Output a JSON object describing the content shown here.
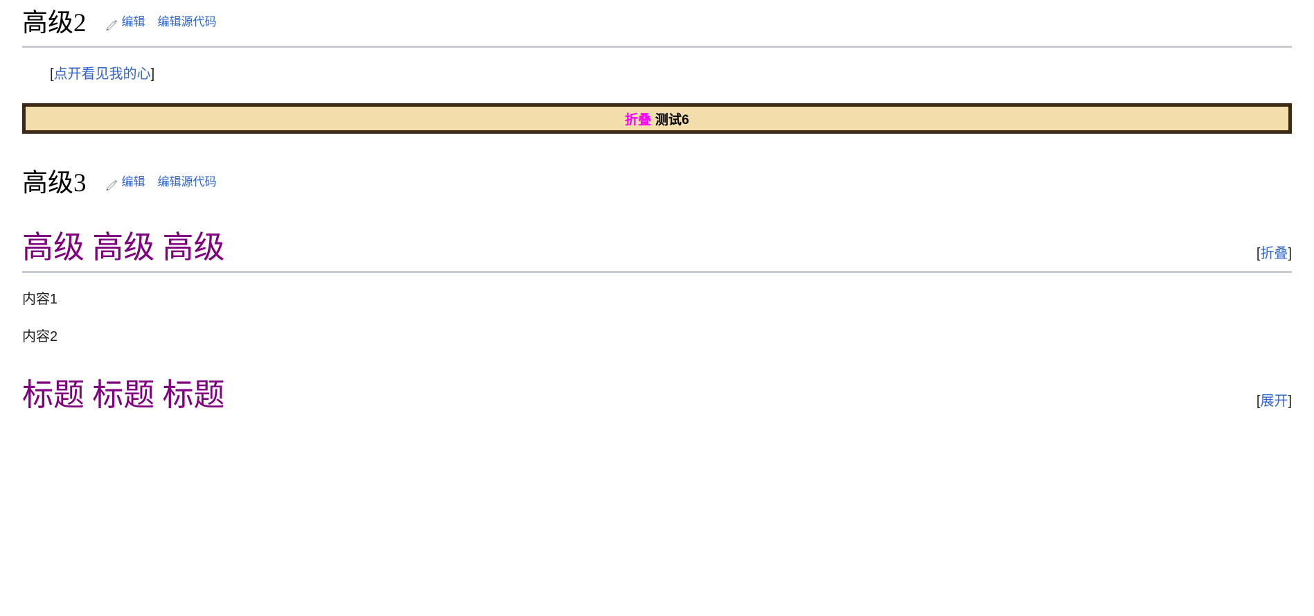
{
  "page": {
    "sections": [
      {
        "id": "section-gaoji2",
        "title": "高级2",
        "edit": {
          "icon": "pencil-icon",
          "edit_label": "编辑",
          "edit_source_label": "编辑源代码"
        }
      },
      {
        "id": "section-gaoji3",
        "title": "高级3",
        "edit": {
          "icon": "pencil-icon",
          "edit_label": "编辑",
          "edit_source_label": "编辑源代码"
        }
      }
    ],
    "collapsed_link": {
      "open_bracket": "[",
      "label": "点开看见我的心",
      "close_bracket": "]"
    },
    "banner": {
      "highlight_label": "折叠",
      "text_label": "测试6",
      "highlight_color": "#ff00ff",
      "text_color": "#000000",
      "border_color": "#3c2a14",
      "background_color": "#f2ddab"
    },
    "collapsible_blocks": [
      {
        "id": "block-gaoji",
        "heading": "高级 高级 高级",
        "heading_color": "#800080",
        "toggle": {
          "open_bracket": "[",
          "label": "折叠",
          "close_bracket": "]"
        },
        "has_rule": true,
        "body": [
          "内容1",
          "内容2"
        ]
      },
      {
        "id": "block-biaoti",
        "heading": "标题 标题 标题",
        "heading_color": "#800080",
        "toggle": {
          "open_bracket": "[",
          "label": "展开",
          "close_bracket": "]"
        },
        "has_rule": false,
        "body": []
      }
    ]
  }
}
